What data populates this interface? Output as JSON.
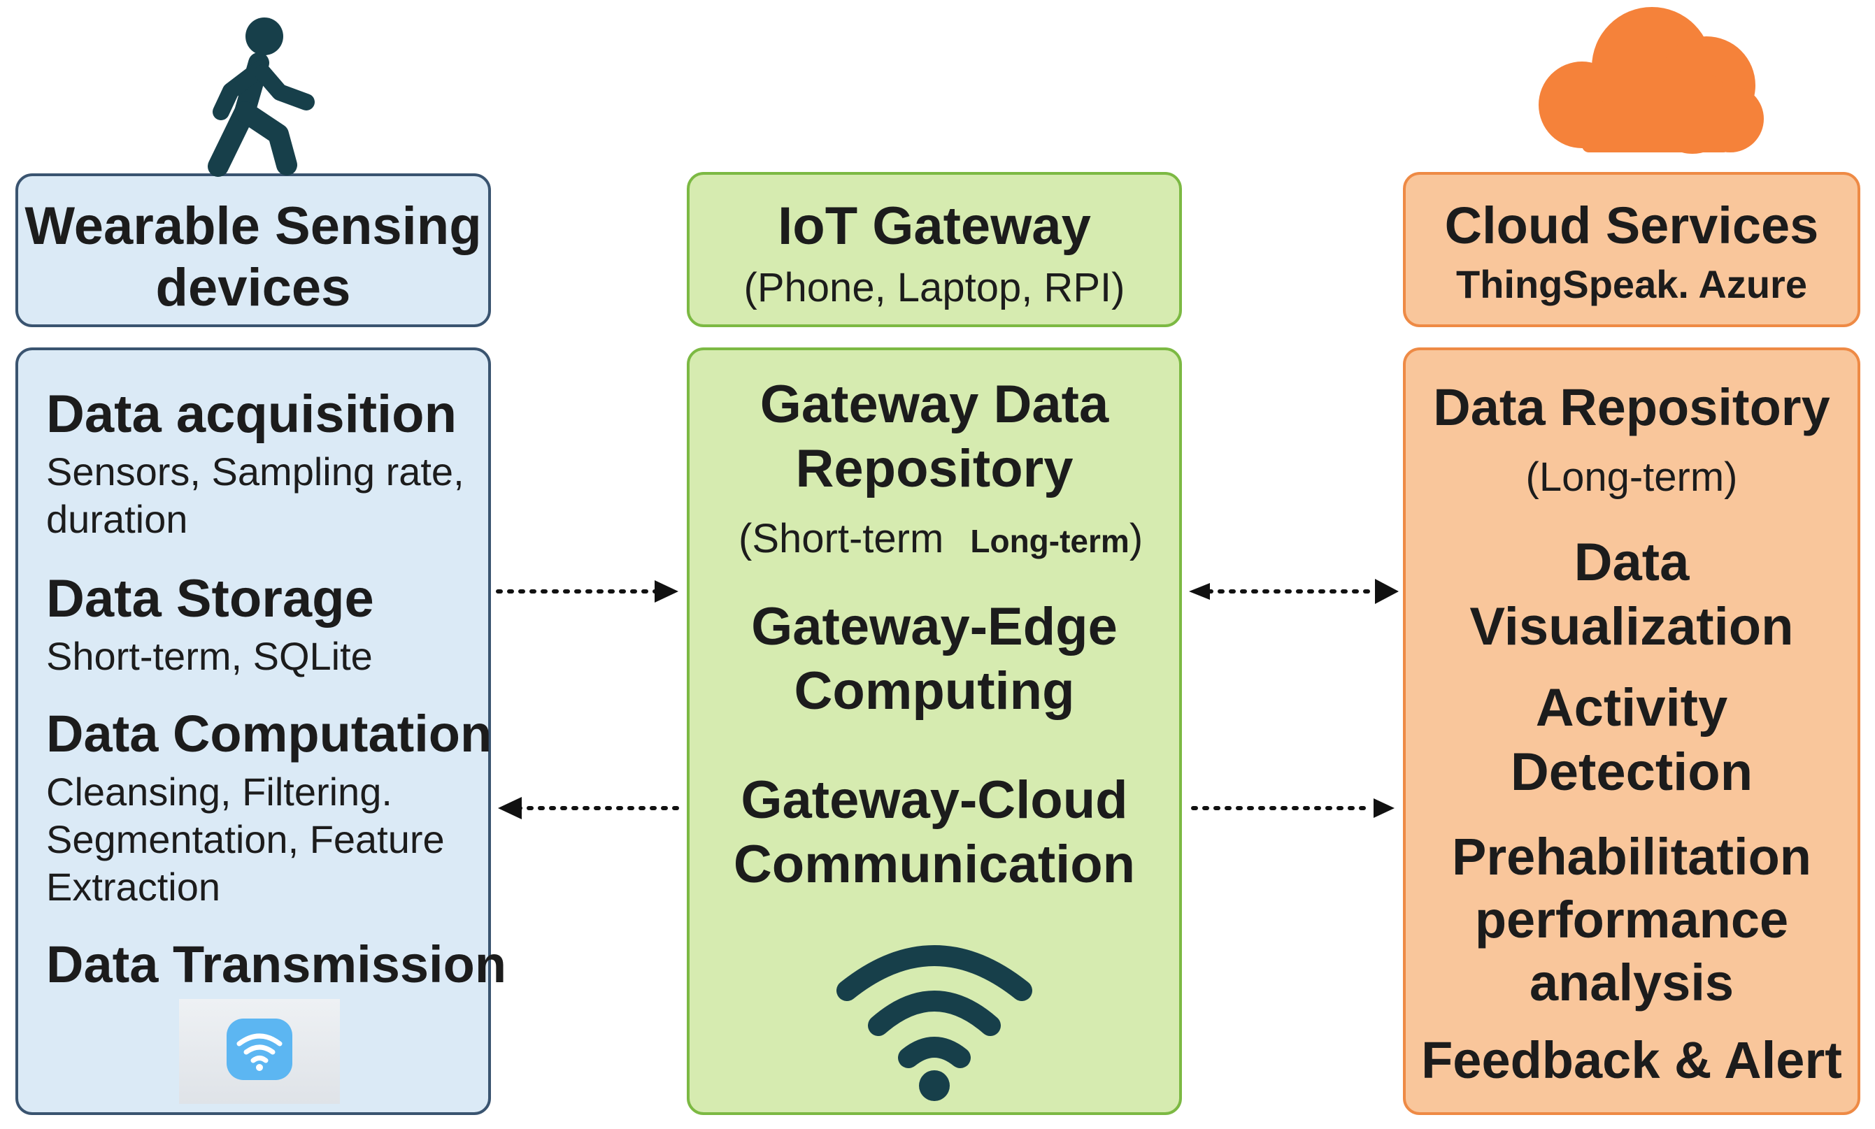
{
  "left": {
    "header": {
      "title_line1": "Wearable Sensing",
      "title_line2": "devices"
    },
    "sections": [
      {
        "heading": "Data acquisition",
        "detail": "Sensors, Sampling rate, duration"
      },
      {
        "heading": "Data Storage",
        "detail": "Short-term, SQLite"
      },
      {
        "heading": "Data Computation",
        "detail": "Cleansing, Filtering. Segmentation, Feature Extraction"
      },
      {
        "heading": "Data Transmission",
        "detail": ""
      }
    ]
  },
  "middle": {
    "header": {
      "title": "IoT Gateway",
      "subtitle": "(Phone, Laptop, RPI)"
    },
    "repo": {
      "line1": "Gateway Data",
      "line2": "Repository",
      "sub_a": "(Short-term",
      "sub_b": "Long-term",
      "sub_c": ")"
    },
    "edge": {
      "line1": "Gateway-Edge",
      "line2": "Computing"
    },
    "cloud_comm": {
      "line1": "Gateway-Cloud",
      "line2": "Communication"
    }
  },
  "right": {
    "header": {
      "title": "Cloud Services",
      "subtitle": "ThingSpeak. Azure"
    },
    "repo": {
      "title": "Data Repository",
      "sub": "(Long-term)"
    },
    "items": [
      {
        "line1": "Data",
        "line2": "Visualization"
      },
      {
        "line1": "Activity",
        "line2": "Detection"
      },
      {
        "line1": "Prehabilitation",
        "line2": "performance",
        "line3": "analysis"
      },
      {
        "line1": "Feedback & Alert"
      }
    ]
  },
  "colors": {
    "blue_fill": "#dbeaf6",
    "blue_border": "#3a5470",
    "green_fill": "#d6ebb0",
    "green_border": "#7cb943",
    "orange_fill": "#f9c69b",
    "orange_border": "#ee8a45",
    "icon_dark": "#173f4a",
    "cloud": "#f5823a"
  },
  "icons": [
    "walking-person-icon",
    "cloud-icon",
    "wifi-icon",
    "wifi-app-icon"
  ]
}
